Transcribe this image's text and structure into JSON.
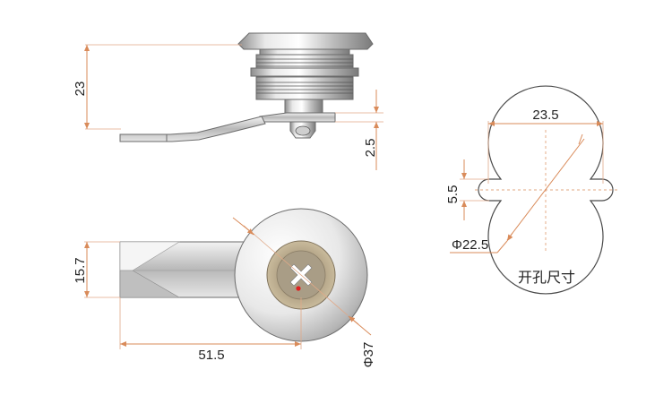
{
  "dimensions": {
    "side_height": "23",
    "side_cam_offset": "2.5",
    "front_height": "15.7",
    "front_length": "51.5",
    "front_diameter": "Φ37",
    "cutout_width": "23.5",
    "cutout_flat": "5.5",
    "cutout_diameter": "Φ22.5"
  },
  "labels": {
    "cutout_caption": "开孔尺寸"
  },
  "colors": {
    "dimension_line": "#d98b5a",
    "chrome_light": "#f4f4f4",
    "chrome_dark": "#9a9a9a",
    "cylinder_bronze": "#c9b89a",
    "indicator_red": "#e02020"
  }
}
